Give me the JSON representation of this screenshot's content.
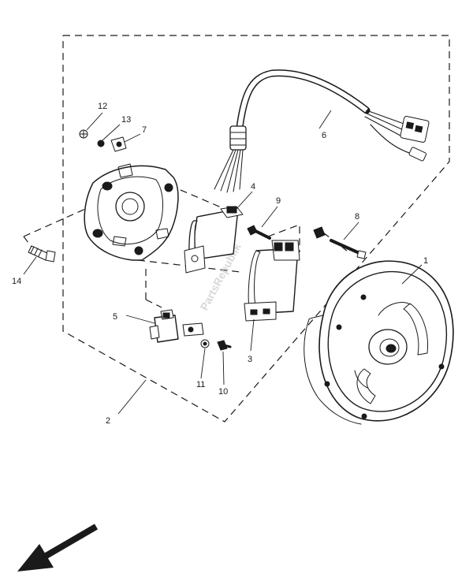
{
  "diagram": {
    "callouts": {
      "c1": "1",
      "c2": "2",
      "c3": "3",
      "c4": "4",
      "c5": "5",
      "c6": "6",
      "c7": "7",
      "c8": "8",
      "c9": "9",
      "c10": "10",
      "c11": "11",
      "c12": "12",
      "c13": "13",
      "c14": "14"
    },
    "watermark": "PartsRepublik"
  }
}
